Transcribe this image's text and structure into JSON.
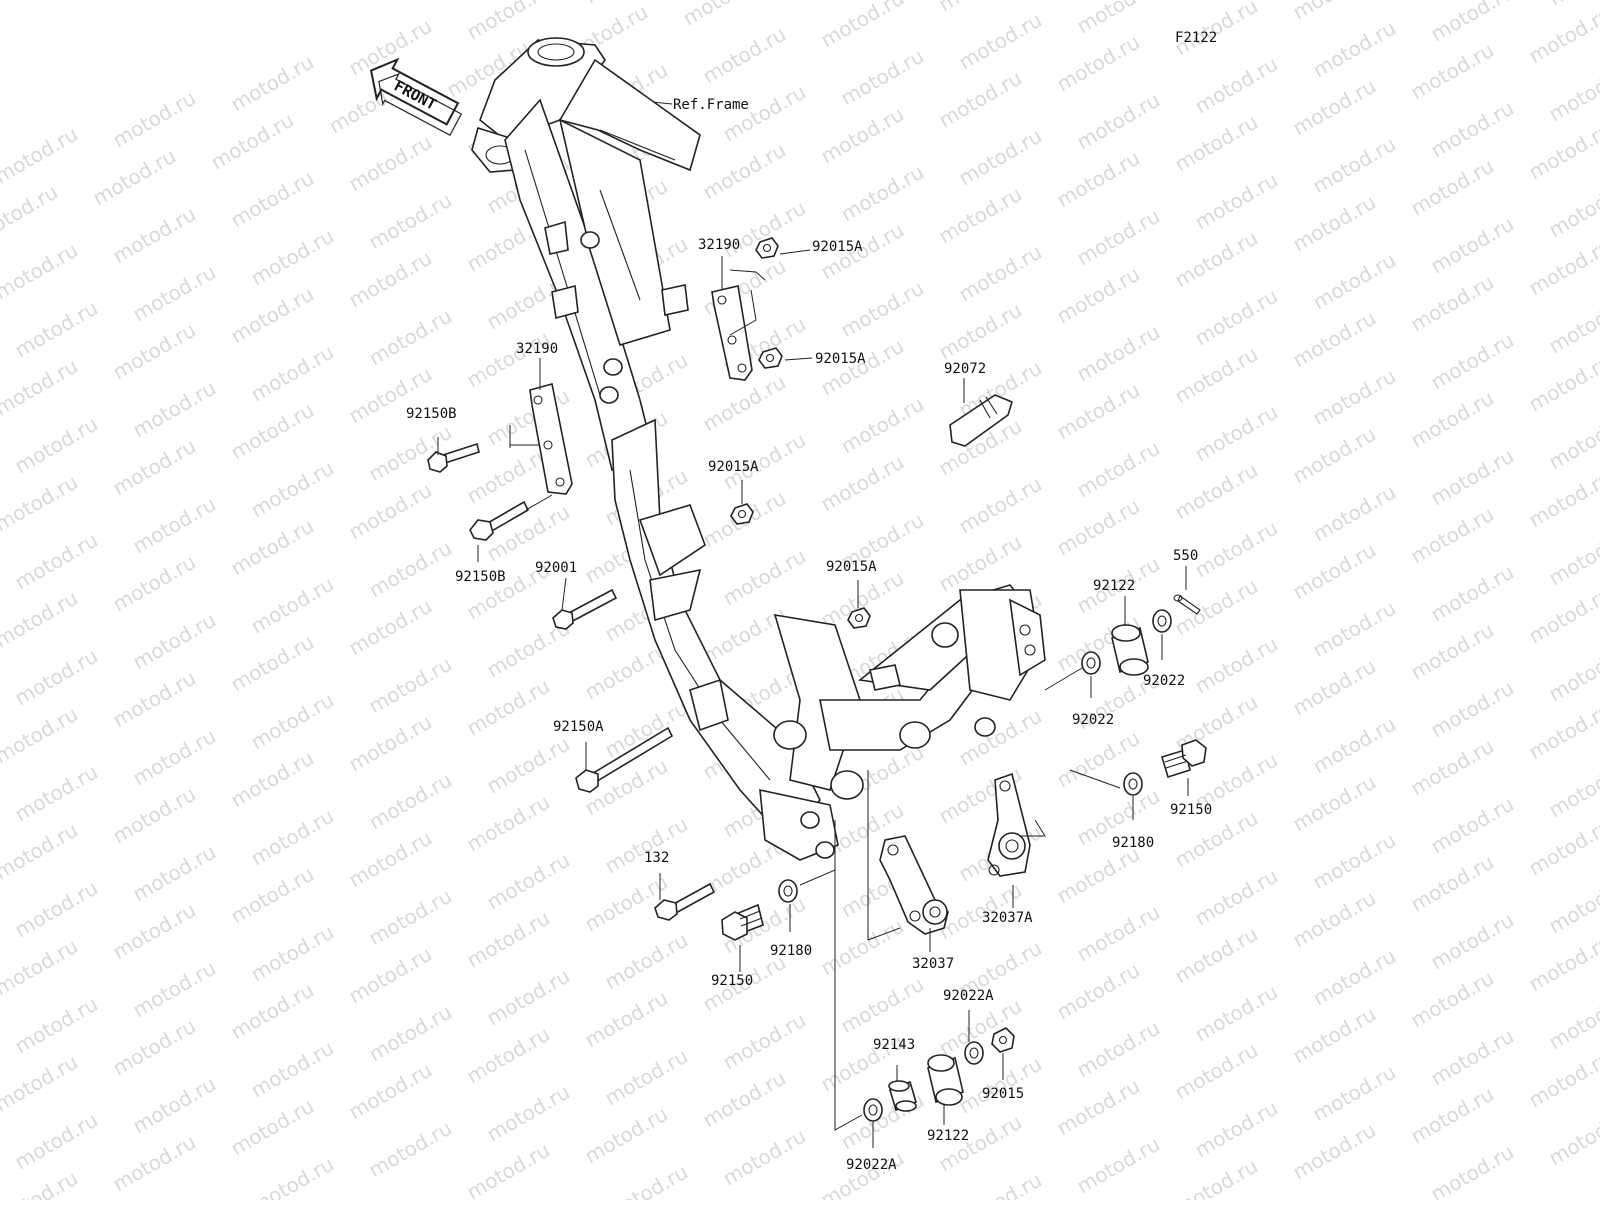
{
  "figure_code": "F2122",
  "watermark": "motod.ru",
  "front_arrow_label": "FRONT",
  "ref_frame_label": "Ref.Frame",
  "parts": [
    {
      "id": "p32190a",
      "number": "32190",
      "name": "engine-bracket-upper"
    },
    {
      "id": "p92015Aa",
      "number": "92015A",
      "name": "nut-bracket-upper-1"
    },
    {
      "id": "p92015Ab",
      "number": "92015A",
      "name": "nut-bracket-upper-2"
    },
    {
      "id": "p32190b",
      "number": "32190",
      "name": "engine-bracket-lower"
    },
    {
      "id": "p92150Ba",
      "number": "92150B",
      "name": "bolt-bracket-1"
    },
    {
      "id": "p92150Bb",
      "number": "92150B",
      "name": "bolt-bracket-2"
    },
    {
      "id": "p92072",
      "number": "92072",
      "name": "band-clip"
    },
    {
      "id": "p92015Ac",
      "number": "92015A",
      "name": "nut-mid-frame"
    },
    {
      "id": "p92001",
      "number": "92001",
      "name": "stud-bolt"
    },
    {
      "id": "p92015Ad",
      "number": "92015A",
      "name": "nut-lower-frame"
    },
    {
      "id": "p550",
      "number": "550",
      "name": "cotter-pin"
    },
    {
      "id": "p92122a",
      "number": "92122",
      "name": "collar-rear"
    },
    {
      "id": "p92022a",
      "number": "92022",
      "name": "washer-rear-outer"
    },
    {
      "id": "p92022b",
      "number": "92022",
      "name": "washer-rear-inner"
    },
    {
      "id": "p92150A",
      "number": "92150A",
      "name": "long-bolt"
    },
    {
      "id": "p92150a",
      "number": "92150",
      "name": "flange-bolt-right"
    },
    {
      "id": "p92180a",
      "number": "92180",
      "name": "washer-right"
    },
    {
      "id": "p132",
      "number": "132",
      "name": "bolt-132"
    },
    {
      "id": "p32037A",
      "number": "32037A",
      "name": "engine-link-a"
    },
    {
      "id": "p32037",
      "number": "32037",
      "name": "engine-link"
    },
    {
      "id": "p92150b",
      "number": "92150",
      "name": "flange-bolt-left"
    },
    {
      "id": "p92180b",
      "number": "92180",
      "name": "washer-left"
    },
    {
      "id": "p92022Aa",
      "number": "92022A",
      "name": "washer-lower-top"
    },
    {
      "id": "p92143",
      "number": "92143",
      "name": "spacer"
    },
    {
      "id": "p92015",
      "number": "92015",
      "name": "nut-lower"
    },
    {
      "id": "p92122b",
      "number": "92122",
      "name": "collar-lower"
    },
    {
      "id": "p92022Ab",
      "number": "92022A",
      "name": "washer-lower-bottom"
    }
  ]
}
